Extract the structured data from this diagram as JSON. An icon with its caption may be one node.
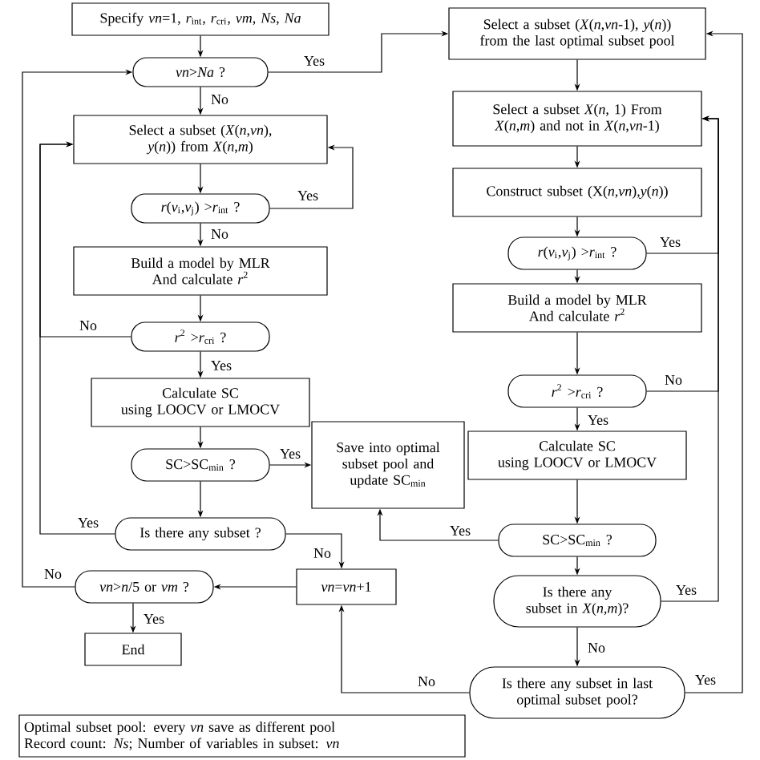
{
  "diagram": {
    "nodes": [
      {
        "text": [
          "Specify *vn*=1, *r*$_{int}$, *r*$_{cri}$, *vm*, *Ns*, *Na*"
        ]
      },
      {
        "text": [
          "*vn*>*Na* ?"
        ]
      },
      {
        "text": [
          "Select a subset (*X*(*n*,*vn*), *y*(*n*)) from *X*(*n*,*m*)"
        ]
      },
      {
        "text": [
          "*r*(*v*$_{i}$,*v*$_{j}$) >*r*$_{int}$ ?"
        ]
      },
      {
        "text": [
          "Build a model by MLR",
          "And calculate *r*$^{2}$"
        ]
      },
      {
        "text": [
          "*r*$^{2}$ >*r*$_{cri}$ ?"
        ]
      },
      {
        "text": [
          "Calculate SC",
          "using LOOCV or LMOCV"
        ]
      },
      {
        "text": [
          "SC>SC$_{min}$ ?"
        ]
      },
      {
        "text": [
          "Save into optimal subset pool and update SC$_{min}$"
        ]
      },
      {
        "text": [
          "Is there any subset ?"
        ]
      },
      {
        "text": [
          "*vn*=*vn*+1"
        ]
      },
      {
        "text": [
          "*vn*>*n*/5 or *vm* ?"
        ]
      },
      {
        "text": [
          "End"
        ]
      },
      {
        "text": [
          "Select a subset (*X*(*n*,*vn*-1), *y*(*n*)) from the last optimal subset pool"
        ]
      },
      {
        "text": [
          "Select a subset *X*(*n*, 1) From *X*(*n*,*m*) and not in *X*(*n*,*vn*-1)"
        ]
      },
      {
        "text": [
          "Construct subset (X(*n*,*vn*),*y*(*n*))"
        ]
      },
      {
        "text": [
          "*r*(*v*$_{i}$,*v*$_{j}$) >*r*$_{int}$ ?"
        ]
      },
      {
        "text": [
          "Build a model by MLR",
          "And calculate *r*$^{2}$"
        ]
      },
      {
        "text": [
          "*r*$^{2}$ >*r*$_{cri}$ ?"
        ]
      },
      {
        "text": [
          "Calculate SC",
          "using LOOCV or LMOCV"
        ]
      },
      {
        "text": [
          "SC>SC$_{min}$ ?"
        ]
      },
      {
        "text": [
          "Is there any subset in *X*(*n*,*m*)?"
        ]
      },
      {
        "text": [
          "Is there any subset in last optimal subset pool?"
        ]
      },
      {
        "text": [
          "Optimal subset pool: every *vn* save as different pool",
          "Record count: *Ns*; Number of variables in subset: *vn*"
        ]
      }
    ],
    "edges": [
      {
        "from": 0,
        "to": 1,
        "arrow": "to"
      },
      {
        "from": 1,
        "to": 13,
        "arrow": "to",
        "label": "Yes"
      },
      {
        "from": 1,
        "to": 2,
        "arrow": "to",
        "label": "No"
      },
      {
        "from": 2,
        "to": 3,
        "arrow": "to"
      },
      {
        "from": 3,
        "to": 2,
        "arrow": "to",
        "label": "Yes"
      },
      {
        "from": 3,
        "to": 4,
        "arrow": "to",
        "label": "No"
      },
      {
        "from": 4,
        "to": 5,
        "arrow": "to"
      },
      {
        "from": 5,
        "to": 2,
        "arrow": "to",
        "label": "No"
      },
      {
        "from": 5,
        "to": 6,
        "arrow": "to",
        "label": "Yes"
      },
      {
        "from": 6,
        "to": 7,
        "arrow": "to"
      },
      {
        "from": 7,
        "to": 8,
        "arrow": "to",
        "label": "Yes"
      },
      {
        "from": 7,
        "to": 9,
        "arrow": "to"
      },
      {
        "from": 9,
        "to": 2,
        "arrow": "to",
        "label": "Yes"
      },
      {
        "from": 9,
        "to": 10,
        "arrow": "to",
        "label": "No"
      },
      {
        "from": 10,
        "to": 11,
        "arrow": "to"
      },
      {
        "from": 11,
        "to": 1,
        "arrow": "to",
        "label": "No"
      },
      {
        "from": 11,
        "to": 12,
        "arrow": "to",
        "label": "Yes"
      },
      {
        "from": 13,
        "to": 14,
        "arrow": "to"
      },
      {
        "from": 14,
        "to": 15,
        "arrow": "to"
      },
      {
        "from": 15,
        "to": 16,
        "arrow": "to"
      },
      {
        "from": 16,
        "to": 14,
        "arrow": "to",
        "label": "Yes"
      },
      {
        "from": 16,
        "to": 17,
        "arrow": "to"
      },
      {
        "from": 17,
        "to": 18,
        "arrow": "to"
      },
      {
        "from": 18,
        "to": 14,
        "arrow": "to",
        "label": "No"
      },
      {
        "from": 18,
        "to": 19,
        "arrow": "to",
        "label": "Yes"
      },
      {
        "from": 19,
        "to": 20,
        "arrow": "to"
      },
      {
        "from": 20,
        "to": 8,
        "arrow": "to",
        "label": "Yes"
      },
      {
        "from": 20,
        "to": 21,
        "arrow": "to"
      },
      {
        "from": 21,
        "to": 14,
        "arrow": "to",
        "label": "Yes"
      },
      {
        "from": 21,
        "to": 22,
        "arrow": "to",
        "label": "No"
      },
      {
        "from": 22,
        "to": 13,
        "arrow": "to",
        "label": "Yes"
      },
      {
        "from": 22,
        "to": 10,
        "arrow": "to",
        "label": "No"
      }
    ]
  }
}
